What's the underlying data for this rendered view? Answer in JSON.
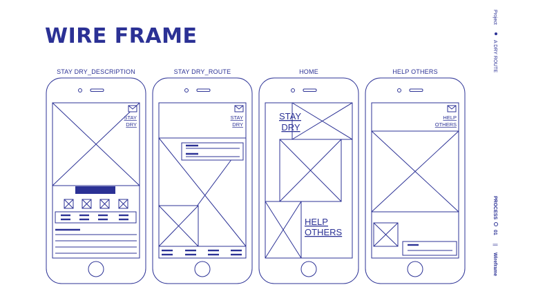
{
  "title": "WIRE FRAME",
  "screens": [
    {
      "label": "STAY DRY_DESCRIPTION",
      "link_line1": "STAY",
      "link_line2": "DRY"
    },
    {
      "label": "STAY DRY_ROUTE",
      "link_line1": "STAY",
      "link_line2": "DRY"
    },
    {
      "label": "HOME",
      "heading1_line1": "STAY",
      "heading1_line2": "DRY",
      "heading2_line1": "HELP",
      "heading2_line2": "OTHERS"
    },
    {
      "label": "HELP OTHERS",
      "link_line1": "HELP",
      "link_line2": "OTHERS"
    }
  ],
  "sidebar": {
    "project_label": "Project",
    "project_name": "A DRY ROUTE",
    "section": "PROCESS",
    "number": "01",
    "separator": "||",
    "page": "Wireframe"
  },
  "colors": {
    "ink": "#2b3195",
    "background": "#ffffff"
  }
}
